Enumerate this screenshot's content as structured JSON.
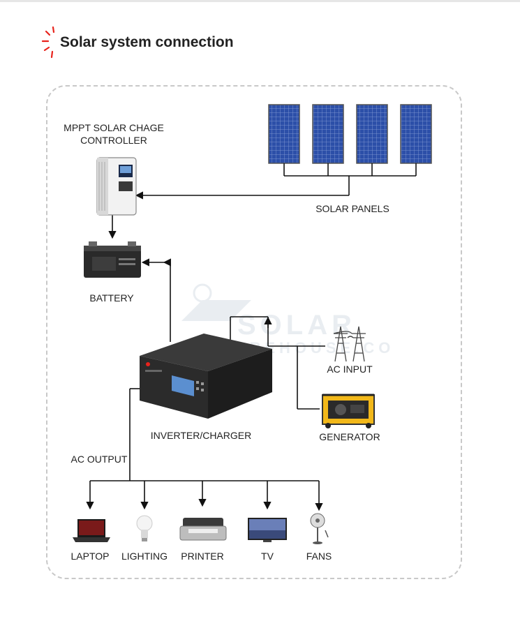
{
  "title": "Solar system connection",
  "colors": {
    "accent": "#e8231c",
    "line": "#111111",
    "frame": "#c8c8c8"
  },
  "watermark": {
    "line1": "SOLAR",
    "line2": "WAREHOUSE.CO"
  },
  "nodes": {
    "controller": "MPPT SOLAR CHAGE CONTROLLER",
    "panels": "SOLAR PANELS",
    "battery": "BATTERY",
    "ac_input": "AC INPUT",
    "generator": "GENERATOR",
    "inverter": "INVERTER/CHARGER",
    "ac_output": "AC OUTPUT"
  },
  "loads": [
    {
      "label": "LAPTOP",
      "icon": "laptop-icon"
    },
    {
      "label": "LIGHTING",
      "icon": "light-bulb-icon"
    },
    {
      "label": "PRINTER",
      "icon": "printer-icon"
    },
    {
      "label": "TV",
      "icon": "tv-icon"
    },
    {
      "label": "FANS",
      "icon": "fan-icon"
    }
  ]
}
